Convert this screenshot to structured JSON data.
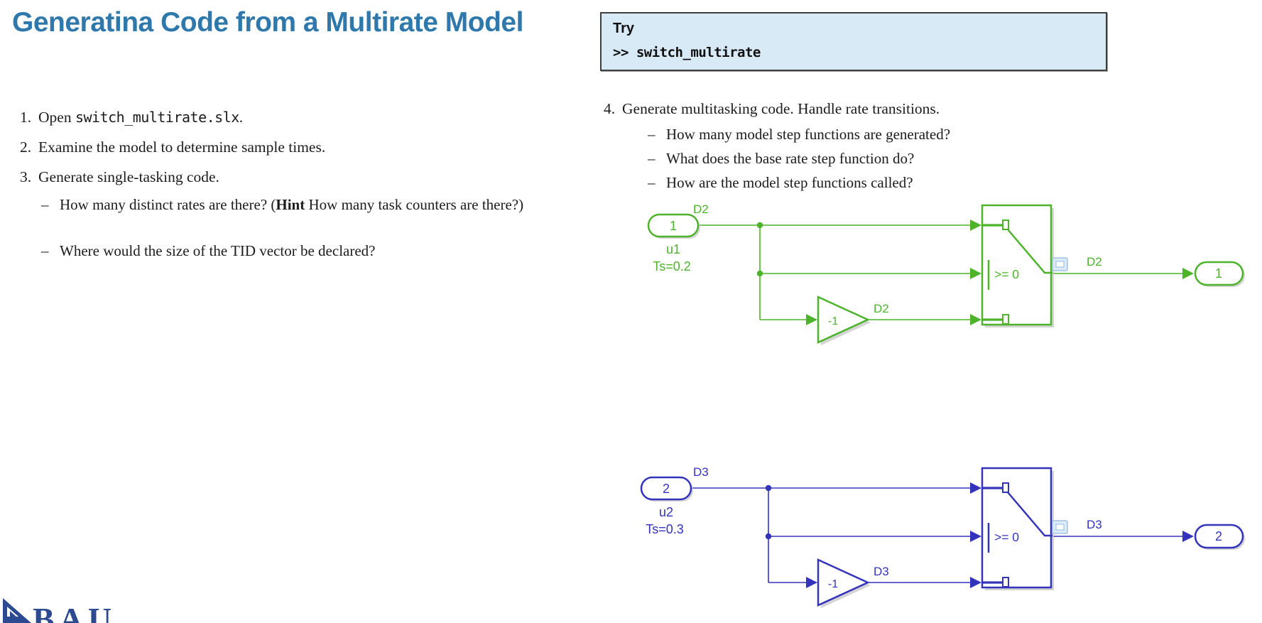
{
  "title": "Generatina Code from a Multirate Model",
  "try_box": {
    "heading": "Try",
    "command": ">> switch_multirate"
  },
  "instructions": {
    "item1": {
      "number": "1.",
      "pre": "Open ",
      "code": "switch_multirate.slx",
      "post": "."
    },
    "item2": {
      "number": "2.",
      "text": "Examine the model to determine sample times."
    },
    "item3": {
      "number": "3.",
      "text": "Generate single-tasking code."
    },
    "item3_subs": {
      "sub1": {
        "dash": "–",
        "pre": "How many distinct rates are there? (",
        "bold": "Hint",
        "post": " How many task counters are there?)"
      },
      "sub2": {
        "dash": "–",
        "text": "Where would the size of the TID vector be declared?"
      }
    },
    "item4": {
      "number": "4.",
      "text": "Generate multitasking code. Handle rate transitions."
    },
    "item4_subs": [
      {
        "dash": "–",
        "text": "How many model step functions are generated?"
      },
      {
        "dash": "–",
        "text": "What does the base rate step function do?"
      },
      {
        "dash": "–",
        "text": "How are the model step functions called?"
      }
    ]
  },
  "diagrams": [
    {
      "name": "upper-rate-d2",
      "color": "#4cb32b",
      "inport_number": "1",
      "inport_name": "u1",
      "sample_time": "Ts=0.2",
      "signal_label": "D2",
      "gain_value": "-1",
      "switch_threshold": ">= 0",
      "outport_number": "1"
    },
    {
      "name": "lower-rate-d3",
      "color": "#3333bb",
      "inport_number": "2",
      "inport_name": "u2",
      "sample_time": "Ts=0.3",
      "signal_label": "D3",
      "gain_value": "-1",
      "switch_threshold": ">= 0",
      "outport_number": "2"
    }
  ],
  "logo": {
    "text": "BAU"
  },
  "colors": {
    "title_blue": "#2f78ab",
    "try_box_background": "#d9eaf7",
    "try_box_border": "#3f3f3f",
    "diagram_green": "#4cb32b",
    "diagram_blue": "#3333bb",
    "badge_light_blue": "#9fc4e4",
    "logo_navy": "#2b4a8f",
    "body_text": "#1c1c1c"
  }
}
